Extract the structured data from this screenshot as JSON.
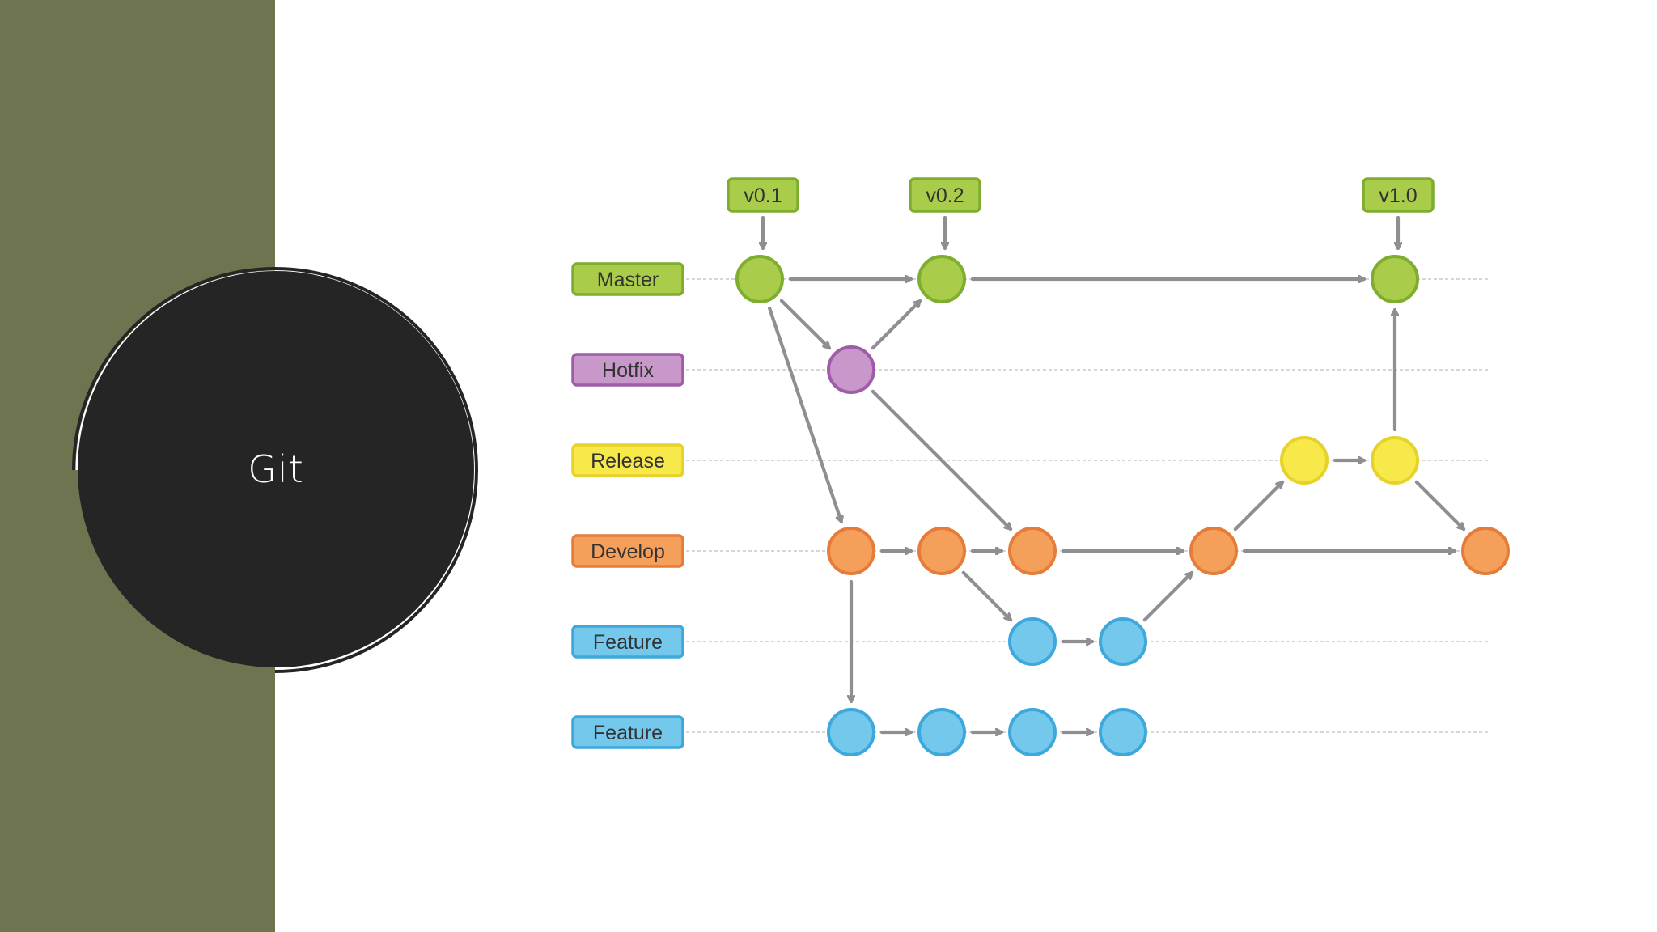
{
  "slide": {
    "title": "Git",
    "colors": {
      "sidebar": "#6e7350",
      "circle": "#262526",
      "title_text": "#ffffff",
      "ring": "#262526"
    }
  },
  "diagram": {
    "colors": {
      "arrow": "#8e8e93",
      "guide": "#c8c8c8",
      "label_text": "#333333"
    },
    "branches": [
      {
        "id": "master",
        "label": "Master",
        "fill": "#a9cd4a",
        "stroke": "#7fad2f"
      },
      {
        "id": "hotfix",
        "label": "Hotfix",
        "fill": "#c798c9",
        "stroke": "#9f5ca8"
      },
      {
        "id": "release",
        "label": "Release",
        "fill": "#f7e94a",
        "stroke": "#e6d22a"
      },
      {
        "id": "develop",
        "label": "Develop",
        "fill": "#f4a05a",
        "stroke": "#e57c3a"
      },
      {
        "id": "feature1",
        "label": "Feature",
        "fill": "#73c8ec",
        "stroke": "#3da8dc"
      },
      {
        "id": "feature2",
        "label": "Feature",
        "fill": "#73c8ec",
        "stroke": "#3da8dc"
      }
    ],
    "tags": [
      {
        "label": "v0.1",
        "commit": "m1"
      },
      {
        "label": "v0.2",
        "commit": "m2"
      },
      {
        "label": "v1.0",
        "commit": "m3"
      }
    ],
    "commits": [
      {
        "id": "m1",
        "branch": "master",
        "col": 1
      },
      {
        "id": "m2",
        "branch": "master",
        "col": 3
      },
      {
        "id": "m3",
        "branch": "master",
        "col": 8
      },
      {
        "id": "h1",
        "branch": "hotfix",
        "col": 2
      },
      {
        "id": "r1",
        "branch": "release",
        "col": 7
      },
      {
        "id": "r2",
        "branch": "release",
        "col": 8
      },
      {
        "id": "d1",
        "branch": "develop",
        "col": 2
      },
      {
        "id": "d2",
        "branch": "develop",
        "col": 3
      },
      {
        "id": "d3",
        "branch": "develop",
        "col": 4
      },
      {
        "id": "d4",
        "branch": "develop",
        "col": 6
      },
      {
        "id": "d5",
        "branch": "develop",
        "col": 9
      },
      {
        "id": "f1",
        "branch": "feature1",
        "col": 4
      },
      {
        "id": "f2",
        "branch": "feature1",
        "col": 5
      },
      {
        "id": "g1",
        "branch": "feature2",
        "col": 2
      },
      {
        "id": "g2",
        "branch": "feature2",
        "col": 3
      },
      {
        "id": "g3",
        "branch": "feature2",
        "col": 4
      },
      {
        "id": "g4",
        "branch": "feature2",
        "col": 5
      }
    ],
    "edges": [
      {
        "from": "m1",
        "to": "m2"
      },
      {
        "from": "m2",
        "to": "m3"
      },
      {
        "from": "m1",
        "to": "h1"
      },
      {
        "from": "h1",
        "to": "m2"
      },
      {
        "from": "m1",
        "to": "d1"
      },
      {
        "from": "h1",
        "to": "d3"
      },
      {
        "from": "d1",
        "to": "d2"
      },
      {
        "from": "d2",
        "to": "d3"
      },
      {
        "from": "d3",
        "to": "d4"
      },
      {
        "from": "d4",
        "to": "d5"
      },
      {
        "from": "d2",
        "to": "f1"
      },
      {
        "from": "f1",
        "to": "f2"
      },
      {
        "from": "f2",
        "to": "d4"
      },
      {
        "from": "d4",
        "to": "r1"
      },
      {
        "from": "r1",
        "to": "r2"
      },
      {
        "from": "r2",
        "to": "m3"
      },
      {
        "from": "r2",
        "to": "d5"
      },
      {
        "from": "d1",
        "to": "g1"
      },
      {
        "from": "g1",
        "to": "g2"
      },
      {
        "from": "g2",
        "to": "g3"
      },
      {
        "from": "g3",
        "to": "g4"
      }
    ]
  }
}
